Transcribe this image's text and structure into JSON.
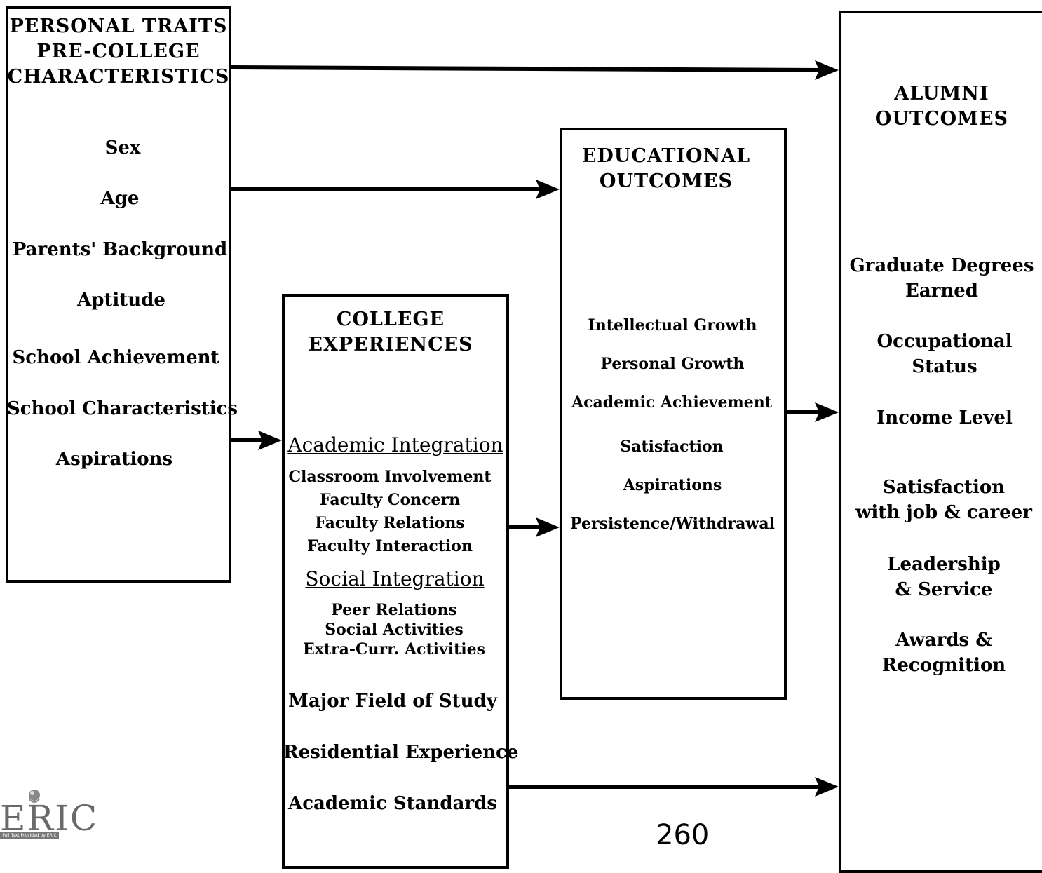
{
  "personal": {
    "title": [
      "PERSONAL TRAITS",
      "PRE-COLLEGE",
      "CHARACTERISTICS"
    ],
    "items": [
      "Sex",
      "Age",
      "Parents' Background",
      "Aptitude",
      "School Achievement",
      "School Characteristics",
      "Aspirations"
    ]
  },
  "college": {
    "title": [
      "COLLEGE",
      "EXPERIENCES"
    ],
    "academic_heading": "Academic Integration",
    "academic_items": [
      "Classroom Involvement",
      "Faculty Concern",
      "Faculty Relations",
      "Faculty Interaction"
    ],
    "social_heading": "Social Integration",
    "social_items": [
      "Peer Relations",
      "Social Activities",
      "Extra-Curr. Activities"
    ],
    "other_items": [
      "Major Field of Study",
      "Residential Experience",
      "Academic Standards"
    ]
  },
  "educational": {
    "title": [
      "EDUCATIONAL",
      "OUTCOMES"
    ],
    "items": [
      "Intellectual Growth",
      "Personal Growth",
      "Academic Achievement",
      "Satisfaction",
      "Aspirations",
      "Persistence/Withdrawal"
    ]
  },
  "alumni": {
    "title": [
      "ALUMNI",
      "OUTCOMES"
    ],
    "items": [
      [
        "Graduate Degrees",
        "Earned"
      ],
      [
        "Occupational",
        "Status"
      ],
      [
        "Income Level"
      ],
      [
        "Satisfaction",
        "with job & career"
      ],
      [
        "Leadership",
        "& Service"
      ],
      [
        "Awards &",
        "Recognition"
      ]
    ]
  },
  "page_number": "260",
  "logo": {
    "text": "ERIC",
    "tagline": "Full Text Provided by ERIC"
  }
}
